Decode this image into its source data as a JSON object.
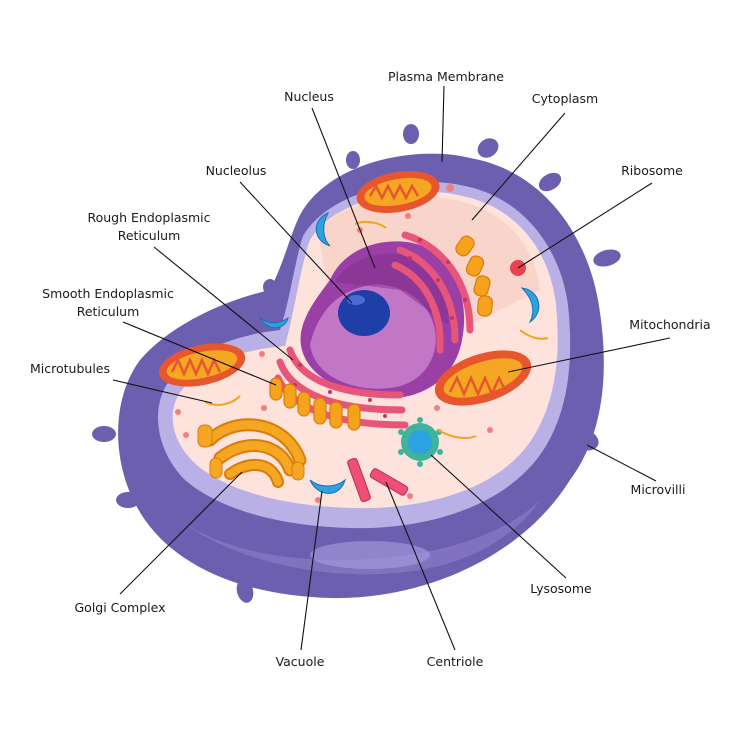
{
  "diagram": {
    "labels": {
      "nucleus": "Nucleus",
      "plasma_membrane": "Plasma Membrane",
      "cytoplasm": "Cytoplasm",
      "nucleolus": "Nucleolus",
      "ribosome": "Ribosome",
      "rough_er_line1": "Rough Endoplasmic",
      "rough_er_line2": "Reticulum",
      "smooth_er_line1": "Smooth Endoplasmic",
      "smooth_er_line2": "Reticulum",
      "mitochondria": "Mitochondria",
      "microtubules": "Microtubules",
      "microvilli": "Microvilli",
      "golgi": "Golgi Complex",
      "lysosome": "Lysosome",
      "vacuole": "Vacuole",
      "centriole": "Centriole"
    },
    "colors": {
      "membrane_outer": "#6d5fb0",
      "membrane_light": "#8f82cc",
      "membrane_highlight": "#a99ee0",
      "cytoplasm": "#fde3dc",
      "cytoplasm_inner": "#f8d3cb",
      "nucleus": "#9a3fa6",
      "nucleus_light": "#c276c6",
      "nucleolus": "#1f3fa8",
      "rough_er": "#e8557a",
      "smooth_er": "#f6a21c",
      "mitochondria": "#e8562e",
      "mito_inner": "#f5a623",
      "golgi": "#f5a623",
      "vacuole": "#2aa3e0",
      "lysosome": "#3fb39b",
      "centriole": "#ee4e77",
      "leader_line": "#111111"
    }
  }
}
